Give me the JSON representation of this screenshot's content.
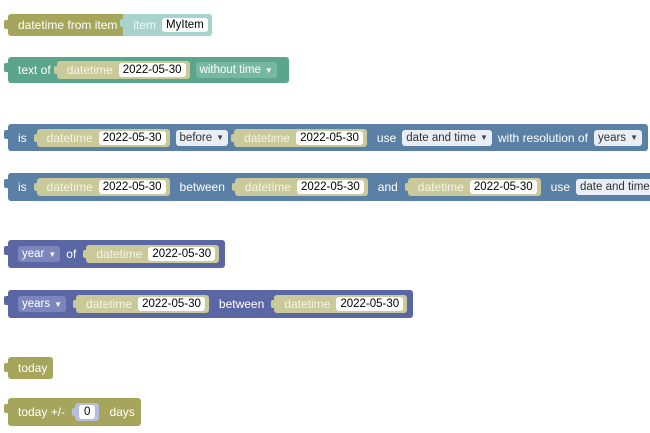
{
  "blocks": {
    "datetime_from_item": {
      "label": "datetime from item",
      "item_label": "item",
      "item_value": "MyItem"
    },
    "text_of": {
      "label": "text of",
      "datetime_label": "datetime",
      "datetime_value": "2022-05-30",
      "format_option": "without time"
    },
    "is_before": {
      "is_label": "is",
      "dt1_label": "datetime",
      "dt1_value": "2022-05-30",
      "comparison": "before",
      "dt2_label": "datetime",
      "dt2_value": "2022-05-30",
      "use_label": "use",
      "use_option": "date and time",
      "resolution_label": "with resolution of",
      "resolution_option": "years"
    },
    "is_between": {
      "is_label": "is",
      "dt1_label": "datetime",
      "dt1_value": "2022-05-30",
      "between_label": "between",
      "dt2_label": "datetime",
      "dt2_value": "2022-05-30",
      "and_label": "and",
      "dt3_label": "datetime",
      "dt3_value": "2022-05-30",
      "use_label": "use",
      "use_option": "date and time"
    },
    "year_of": {
      "unit_option": "year",
      "of_label": "of",
      "dt_label": "datetime",
      "dt_value": "2022-05-30"
    },
    "years_between": {
      "unit_option": "years",
      "dt1_label": "datetime",
      "dt1_value": "2022-05-30",
      "between_label": "between",
      "dt2_label": "datetime",
      "dt2_value": "2022-05-30"
    },
    "today": {
      "label": "today"
    },
    "today_offset": {
      "label": "today +/-",
      "number_value": "0",
      "days_label": "days"
    }
  },
  "colors": {
    "date_block": "#a5a55b",
    "text_block": "#5ba58c",
    "logic_block": "#5b80a5",
    "math_block": "#5b67a5"
  }
}
